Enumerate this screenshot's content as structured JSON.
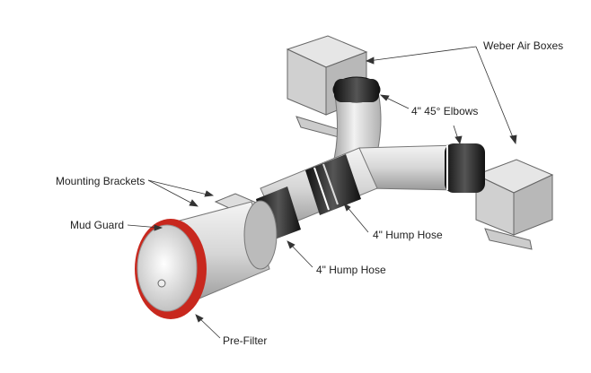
{
  "labels": {
    "air_boxes": "Weber Air Boxes",
    "elbows": "4\" 45° Elbows",
    "brackets": "Mounting Brackets",
    "mud_guard": "Mud Guard",
    "hump_hose_upper": "4\" Hump Hose",
    "hump_hose_lower": "4\" Hump Hose",
    "pre_filter": "Pre-Filter"
  },
  "colors": {
    "filter_ring": "#c8281e",
    "hose": "#222222",
    "metal": "#d8d8d8"
  }
}
